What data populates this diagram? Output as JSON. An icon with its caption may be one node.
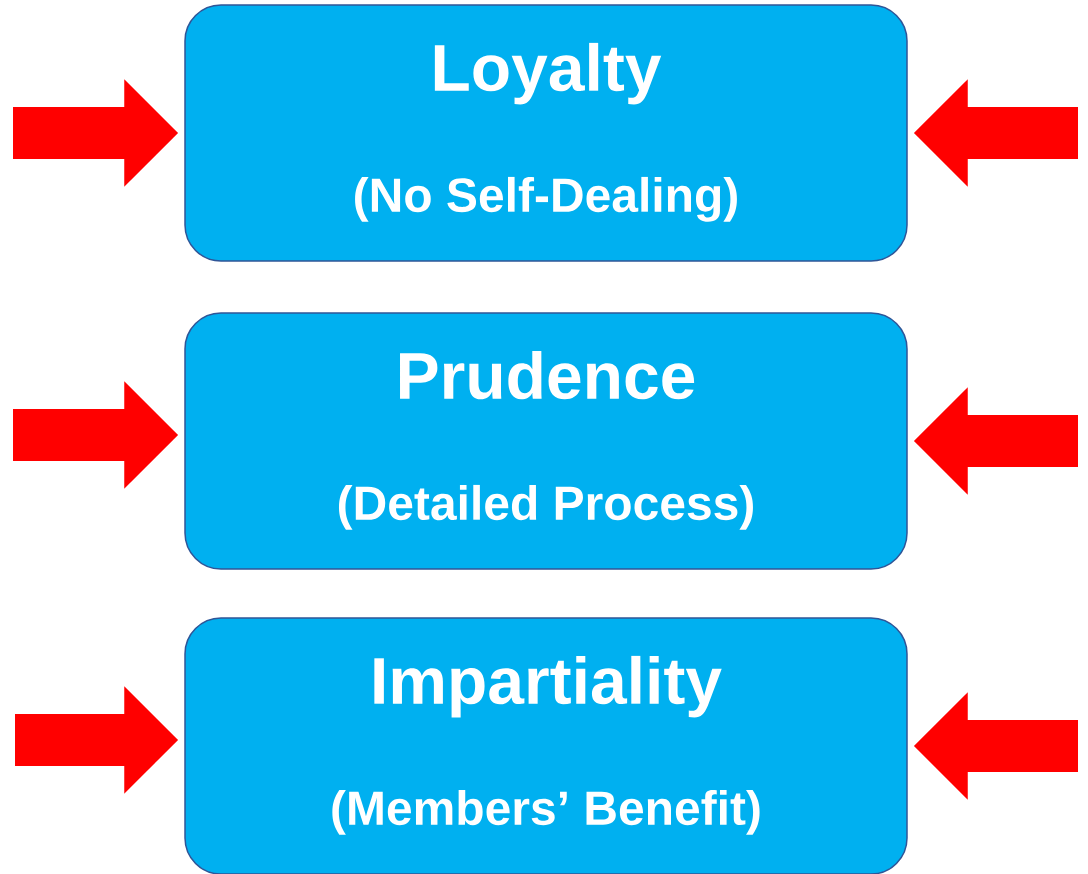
{
  "diagram": {
    "nodes": [
      {
        "text": [
          "Loyalty",
          "(No Self-Dealing)"
        ]
      },
      {
        "text": [
          "Prudence",
          "(Detailed Process)"
        ]
      },
      {
        "text": [
          "Impartiality",
          "(Members’ Benefit)"
        ]
      }
    ],
    "edges": [
      {
        "from": null,
        "to": 0,
        "arrow": "to"
      },
      {
        "from": null,
        "to": 0,
        "arrow": "to"
      },
      {
        "from": null,
        "to": 1,
        "arrow": "to"
      },
      {
        "from": null,
        "to": 1,
        "arrow": "to"
      },
      {
        "from": null,
        "to": 2,
        "arrow": "to"
      },
      {
        "from": null,
        "to": 2,
        "arrow": "to"
      }
    ]
  }
}
